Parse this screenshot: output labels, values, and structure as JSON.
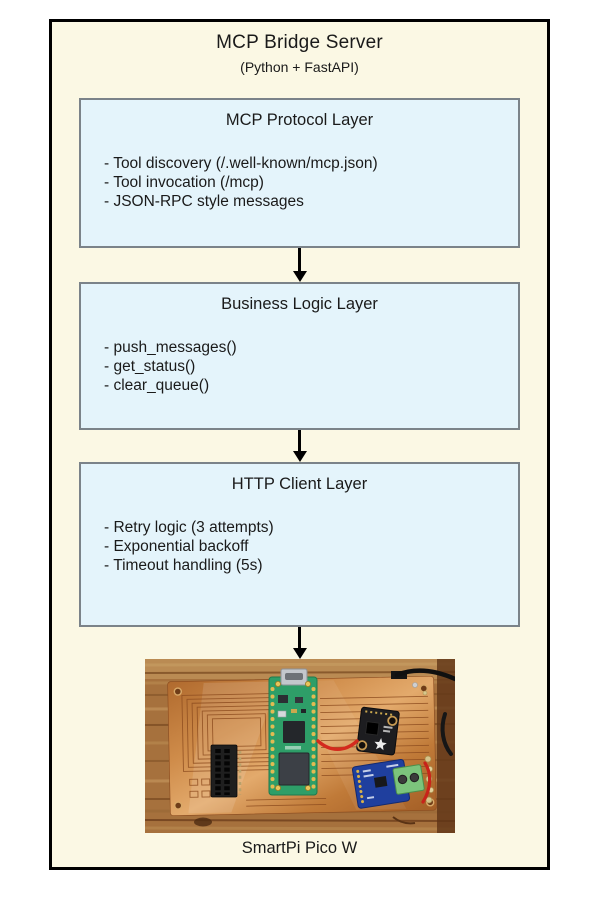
{
  "diagram": {
    "title": "MCP Bridge Server",
    "subtitle": "(Python + FastAPI)",
    "layers": [
      {
        "title": "MCP Protocol Layer",
        "items": [
          "- Tool discovery (/.well-known/mcp.json)",
          "- Tool invocation (/mcp)",
          "- JSON-RPC style messages"
        ]
      },
      {
        "title": "Business Logic Layer",
        "items": [
          "- push_messages()",
          "- get_status()",
          "- clear_queue()"
        ]
      },
      {
        "title": "HTTP Client Layer",
        "items": [
          "- Retry logic (3 attempts)",
          "- Exponential backoff",
          "- Timeout handling (5s)"
        ]
      }
    ],
    "device_label": "SmartPi Pico W",
    "photo_description": "smartpi-pico-w-pcb-photo",
    "colors": {
      "page_bg": "#ffffff",
      "container_bg": "#fbf8e4",
      "container_border": "#000000",
      "layer_box_bg": "#e4f4fb",
      "layer_box_border": "#7b8389",
      "arrow": "#000000",
      "text": "#1a1a1a"
    }
  }
}
